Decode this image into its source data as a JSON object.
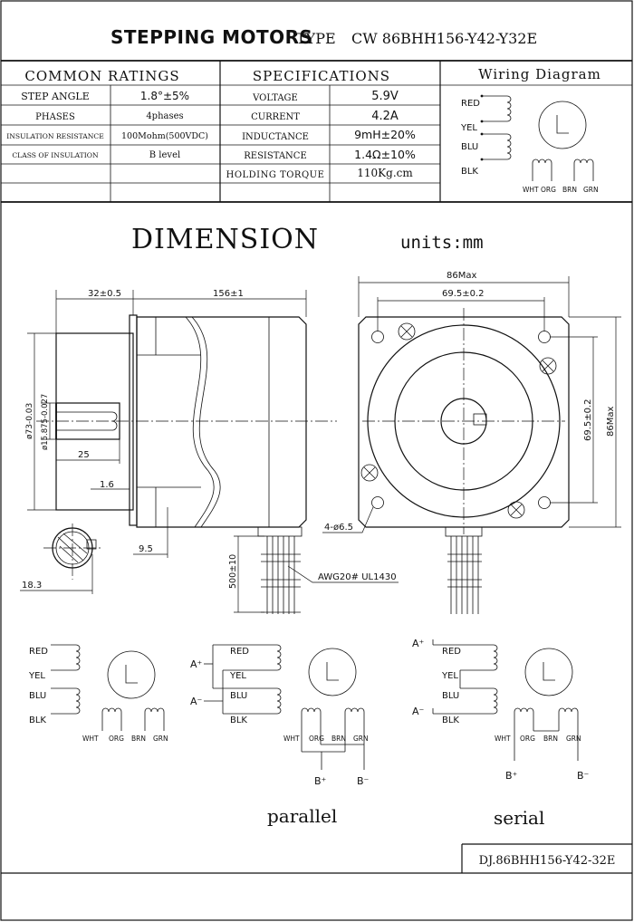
{
  "title": {
    "main": "STEPPING MOTORS",
    "type_label": "TYPE",
    "model": "CW 86BHH156-Y42-Y32E"
  },
  "table": {
    "ratings_header": "COMMON RATINGS",
    "specs_header": "SPECIFICATIONS",
    "wiring_header": "Wiring Diagram",
    "ratings": [
      {
        "label": "STEP ANGLE",
        "value": "1.8°±5%"
      },
      {
        "label": "PHASES",
        "value": "4phases"
      },
      {
        "label": "INSULATION RESISTANCE",
        "value": "100Mohm(500VDC)"
      },
      {
        "label": "CLASS OF INSULATION",
        "value": "B level"
      }
    ],
    "specs": [
      {
        "label": "VOLTAGE",
        "value": "5.9V"
      },
      {
        "label": "CURRENT",
        "value": "4.2A"
      },
      {
        "label": "INDUCTANCE",
        "value": "9mH±20%"
      },
      {
        "label": "RESISTANCE",
        "value": "1.4Ω±10%"
      },
      {
        "label": "HOLDING TORQUE",
        "value": "110Kg.cm"
      }
    ]
  },
  "wires": {
    "red": "RED",
    "yel": "YEL",
    "blu": "BLU",
    "blk": "BLK",
    "wht": "WHT",
    "org": "ORG",
    "brn": "BRN",
    "grn": "GRN",
    "a_plus": "A⁺",
    "a_minus": "A⁻",
    "b_plus": "B⁺",
    "b_minus": "B⁻"
  },
  "dimension": {
    "heading": "DIMENSION",
    "units": "units:mm",
    "side": {
      "front_len": "32±0.5",
      "body_len": "156±1",
      "body_dia": "ø73-0.03",
      "shaft_dia": "ø15.875-0.027",
      "shaft_len": "25",
      "flange": "1.6",
      "key": "9.5",
      "lead_len": "500±10",
      "wire_spec": "AWG20# UL1430",
      "flat": "18.3"
    },
    "front": {
      "width": "86Max",
      "hole_spacing": "69.5±0.2",
      "hole_spacing_v": "69.5±0.2",
      "height": "86Max",
      "holes": "4-ø6.5"
    }
  },
  "schemes": {
    "parallel": "parallel",
    "serial": "serial"
  },
  "footer": {
    "drawing_no": "DJ.86BHH156-Y42-32E"
  }
}
